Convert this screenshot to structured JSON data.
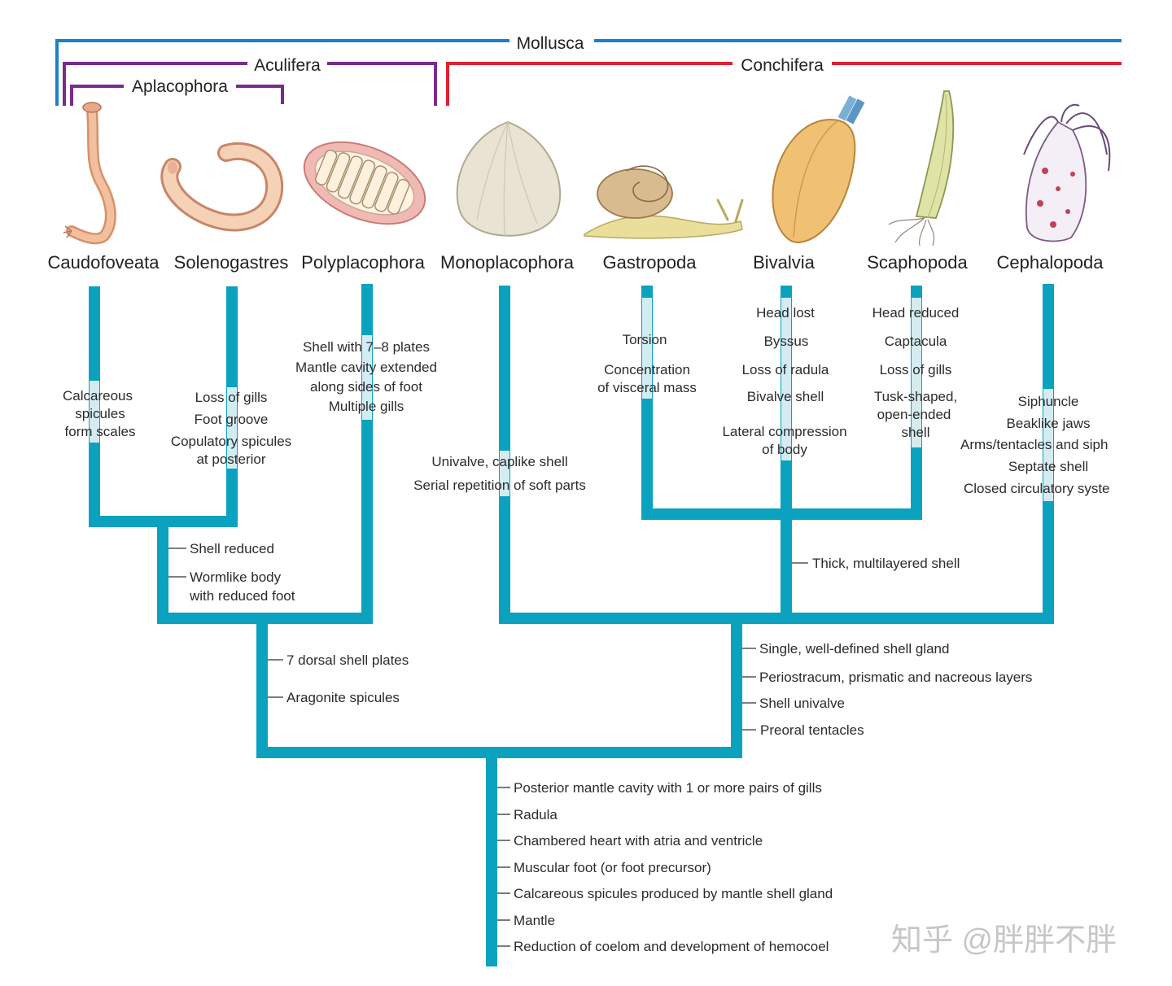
{
  "colors": {
    "mollusca": "#1c7fc9",
    "aculifera": "#7a2b8f",
    "conchifera": "#e2202f",
    "branch": "#0aa2bf",
    "highlight": "#d3ecf2"
  },
  "clades": {
    "mollusca": "Mollusca",
    "aculifera": "Aculifera",
    "aplacophora": "Aplacophora",
    "conchifera": "Conchifera"
  },
  "taxa": [
    {
      "name": "Caudofoveata",
      "illustration": "worm-mollusc"
    },
    {
      "name": "Solenogastres",
      "illustration": "curled-worm-mollusc"
    },
    {
      "name": "Polyplacophora",
      "illustration": "chiton"
    },
    {
      "name": "Monoplacophora",
      "illustration": "limpet-shell"
    },
    {
      "name": "Gastropoda",
      "illustration": "snail"
    },
    {
      "name": "Bivalvia",
      "illustration": "clam"
    },
    {
      "name": "Scaphopoda",
      "illustration": "tusk-shell"
    },
    {
      "name": "Cephalopoda",
      "illustration": "squid"
    }
  ],
  "traits": {
    "caudofoveata": [
      "Calcareous",
      "spicules",
      "form scales"
    ],
    "solenogastres": [
      "Loss of gills",
      "Foot groove",
      "Copulatory spicules",
      "at posterior"
    ],
    "polyplacophora": [
      "Shell with 7–8 plates",
      "Mantle cavity extended",
      "along sides of foot",
      "Multiple gills"
    ],
    "monoplacophora": [
      "Univalve, caplike shell",
      "Serial repetition of soft parts"
    ],
    "gastropoda": [
      "Torsion",
      "Concentration",
      "of visceral mass"
    ],
    "bivalvia": [
      "Head lost",
      "Byssus",
      "Loss of radula",
      "Bivalve shell",
      "Lateral compression",
      "of body"
    ],
    "scaphopoda": [
      "Head reduced",
      "Captacula",
      "Loss of gills",
      "Tusk-shaped,",
      "open-ended",
      "shell"
    ],
    "cephalopoda": [
      "Siphuncle",
      "Beaklike jaws",
      "Arms/tentacles and siph",
      "Septate shell",
      "Closed circulatory syste"
    ],
    "aplacophora_node": [
      "Shell reduced",
      "Wormlike body",
      "with reduced foot"
    ],
    "aculifera_node": [
      "7 dorsal shell plates",
      "Aragonite spicules"
    ],
    "shell_node": [
      "Thick, multilayered shell"
    ],
    "conchifera_node": [
      "Single, well-defined shell gland",
      "Periostracum, prismatic and nacreous layers",
      "Shell univalve",
      "Preoral tentacles"
    ],
    "mollusca_root": [
      "Posterior mantle cavity with 1 or more pairs of gills",
      "Radula",
      "Chambered heart with atria and ventricle",
      "Muscular foot (or foot precursor)",
      "Calcareous spicules produced by mantle shell gland",
      "Mantle",
      "Reduction of coelom and development of hemocoel"
    ]
  },
  "watermark": "知乎 @胖胖不胖"
}
